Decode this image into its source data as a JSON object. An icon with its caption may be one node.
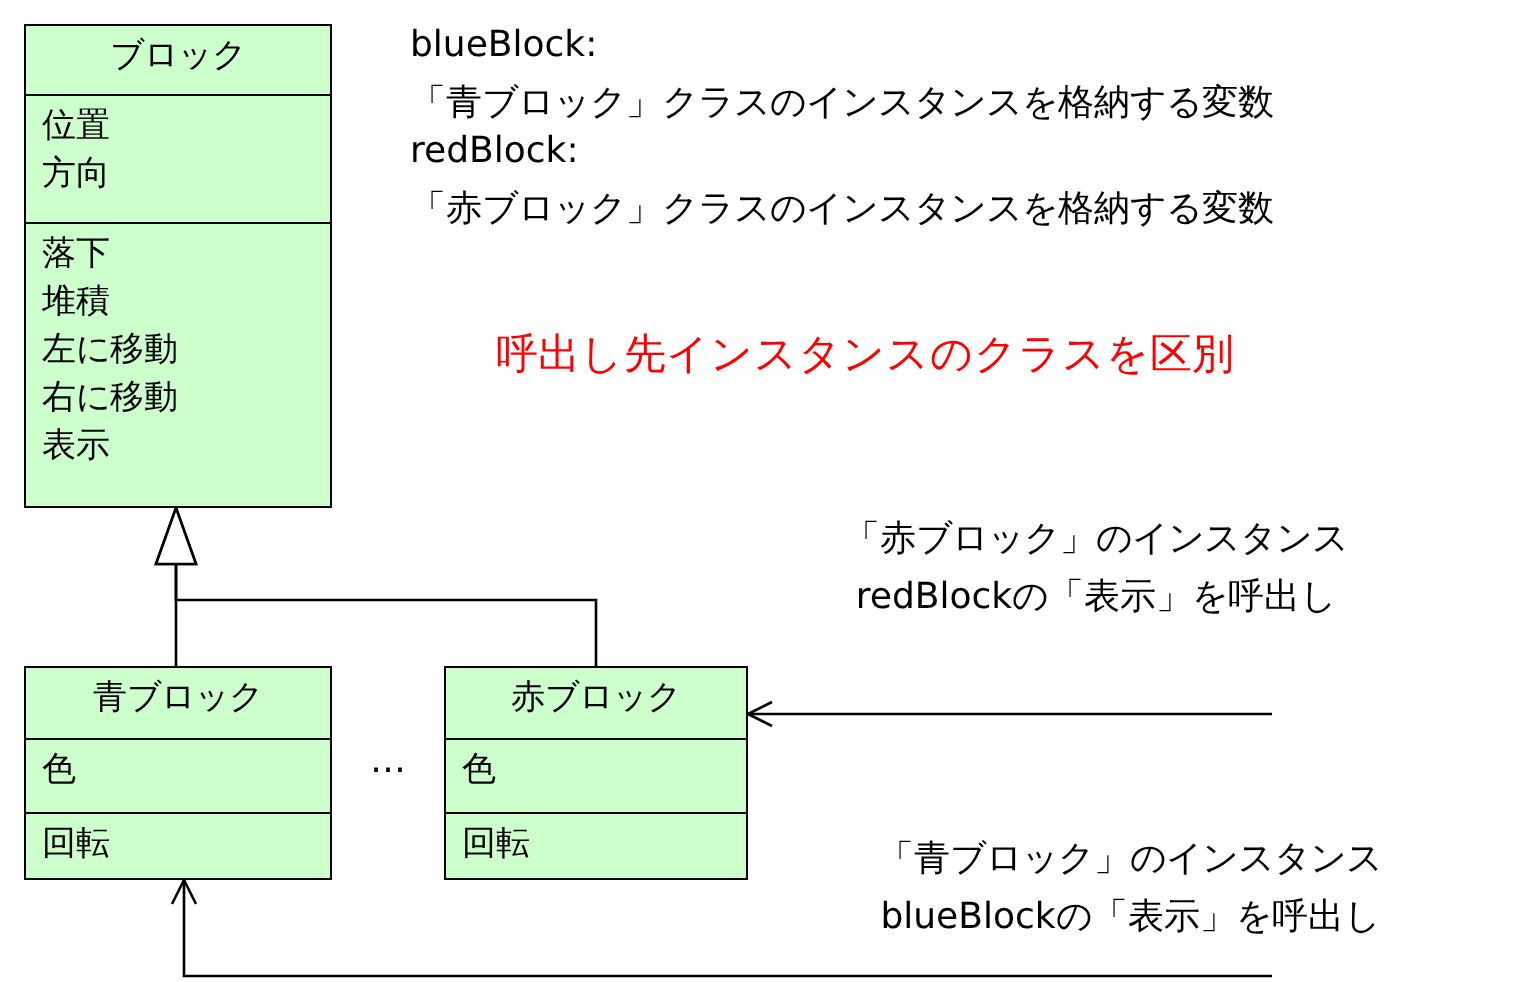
{
  "diagram": {
    "nodes": [
      {
        "text": [
          "ブロック",
          "位置",
          "方向",
          "落下",
          "堆積",
          "左に移動",
          "右に移動",
          "表示"
        ]
      },
      {
        "text": [
          "青ブロック",
          "色",
          "回転"
        ]
      },
      {
        "text": [
          "赤ブロック",
          "色",
          "回転"
        ]
      }
    ],
    "edges": [
      {
        "from": 1,
        "to": 0,
        "arrow": "to"
      },
      {
        "from": 2,
        "to": 0,
        "arrow": "to"
      },
      {
        "from": null,
        "to": 2,
        "arrow": "to"
      },
      {
        "from": null,
        "to": 1,
        "arrow": "to"
      }
    ],
    "labels": [
      "blueBlock:",
      "「青ブロック」クラスのインスタンスを格納する変数",
      "redBlock:",
      "「赤ブロック」クラスのインスタンスを格納する変数",
      "呼出し先インスタンスのクラスを区別",
      "「赤ブロック」のインスタンス redBlockの「表示」を呼出し",
      "…",
      "「青ブロック」のインスタンス blueBlockの「表示」を呼出し"
    ]
  }
}
